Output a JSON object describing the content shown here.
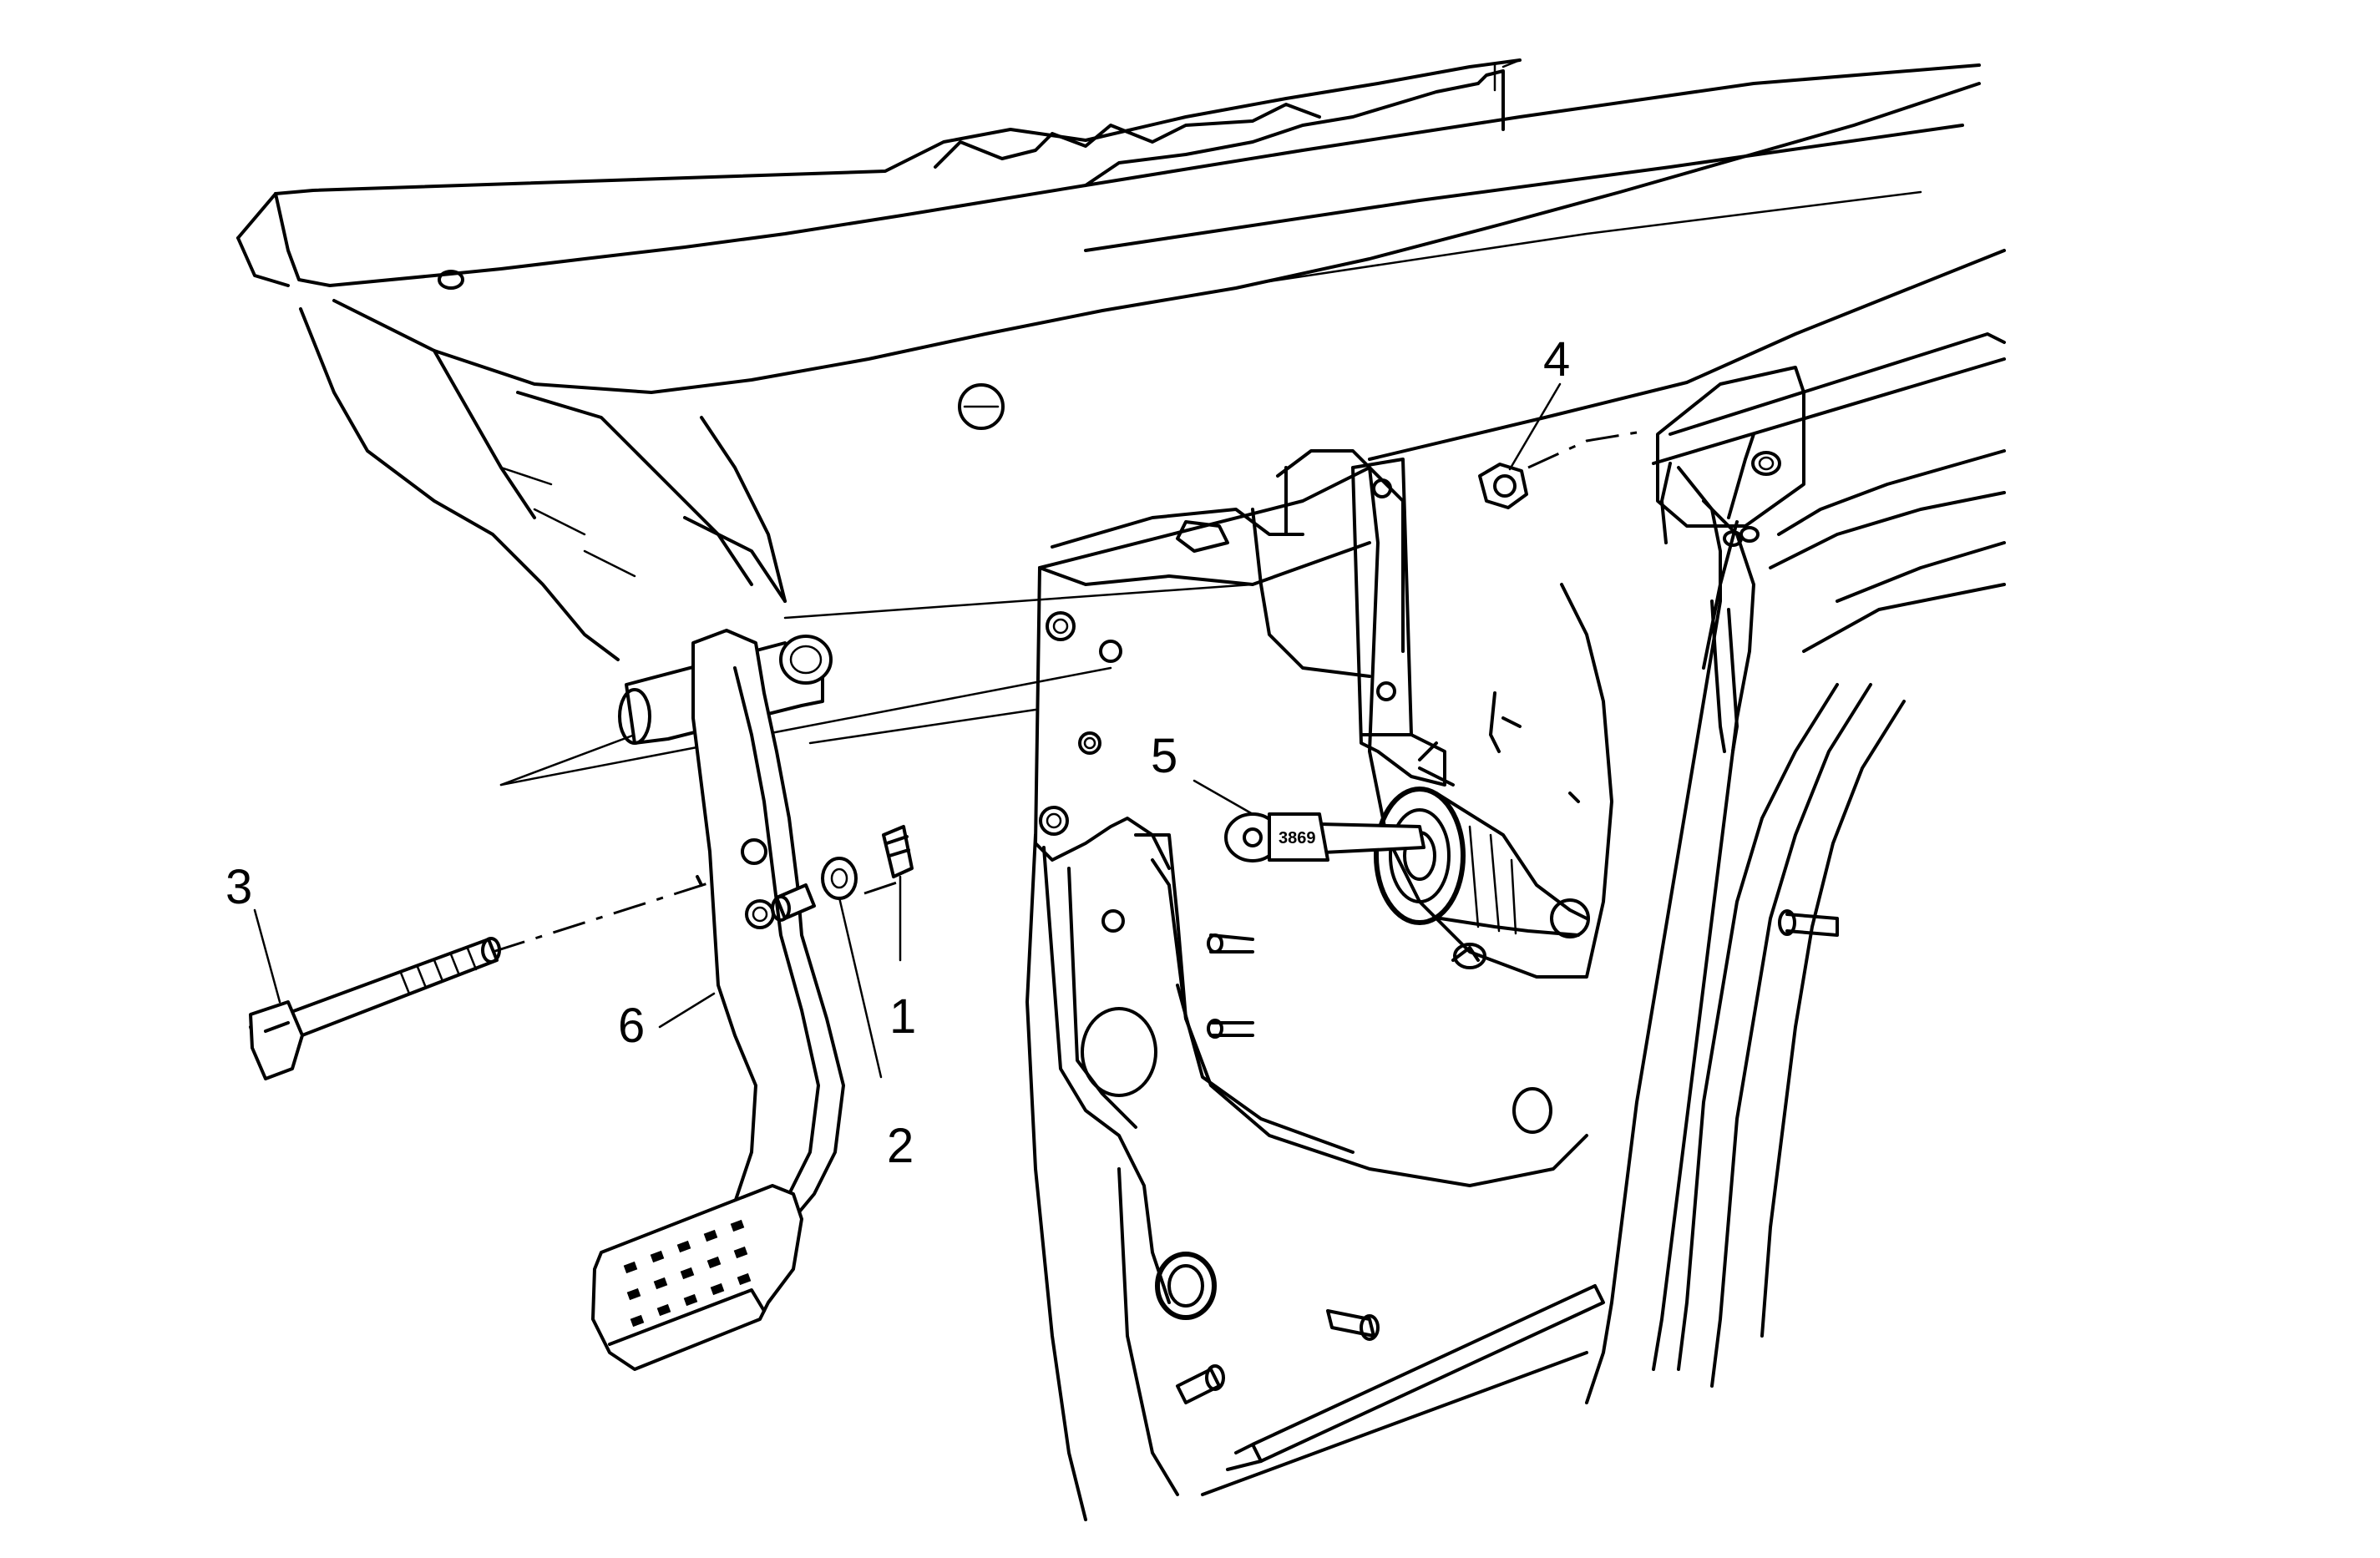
{
  "callouts": [
    {
      "id": "1",
      "label": "1",
      "part": "retainer-clip"
    },
    {
      "id": "2",
      "label": "2",
      "part": "washer"
    },
    {
      "id": "3",
      "label": "3",
      "part": "pivot-bolt"
    },
    {
      "id": "4",
      "label": "4",
      "part": "nut"
    },
    {
      "id": "5",
      "label": "5",
      "part": "clutch-pedal-tool"
    },
    {
      "id": "6",
      "label": "6",
      "part": "pedal-arm"
    }
  ],
  "tool_marking": "3869",
  "colors": {
    "line": "#000000",
    "background": "#ffffff"
  }
}
